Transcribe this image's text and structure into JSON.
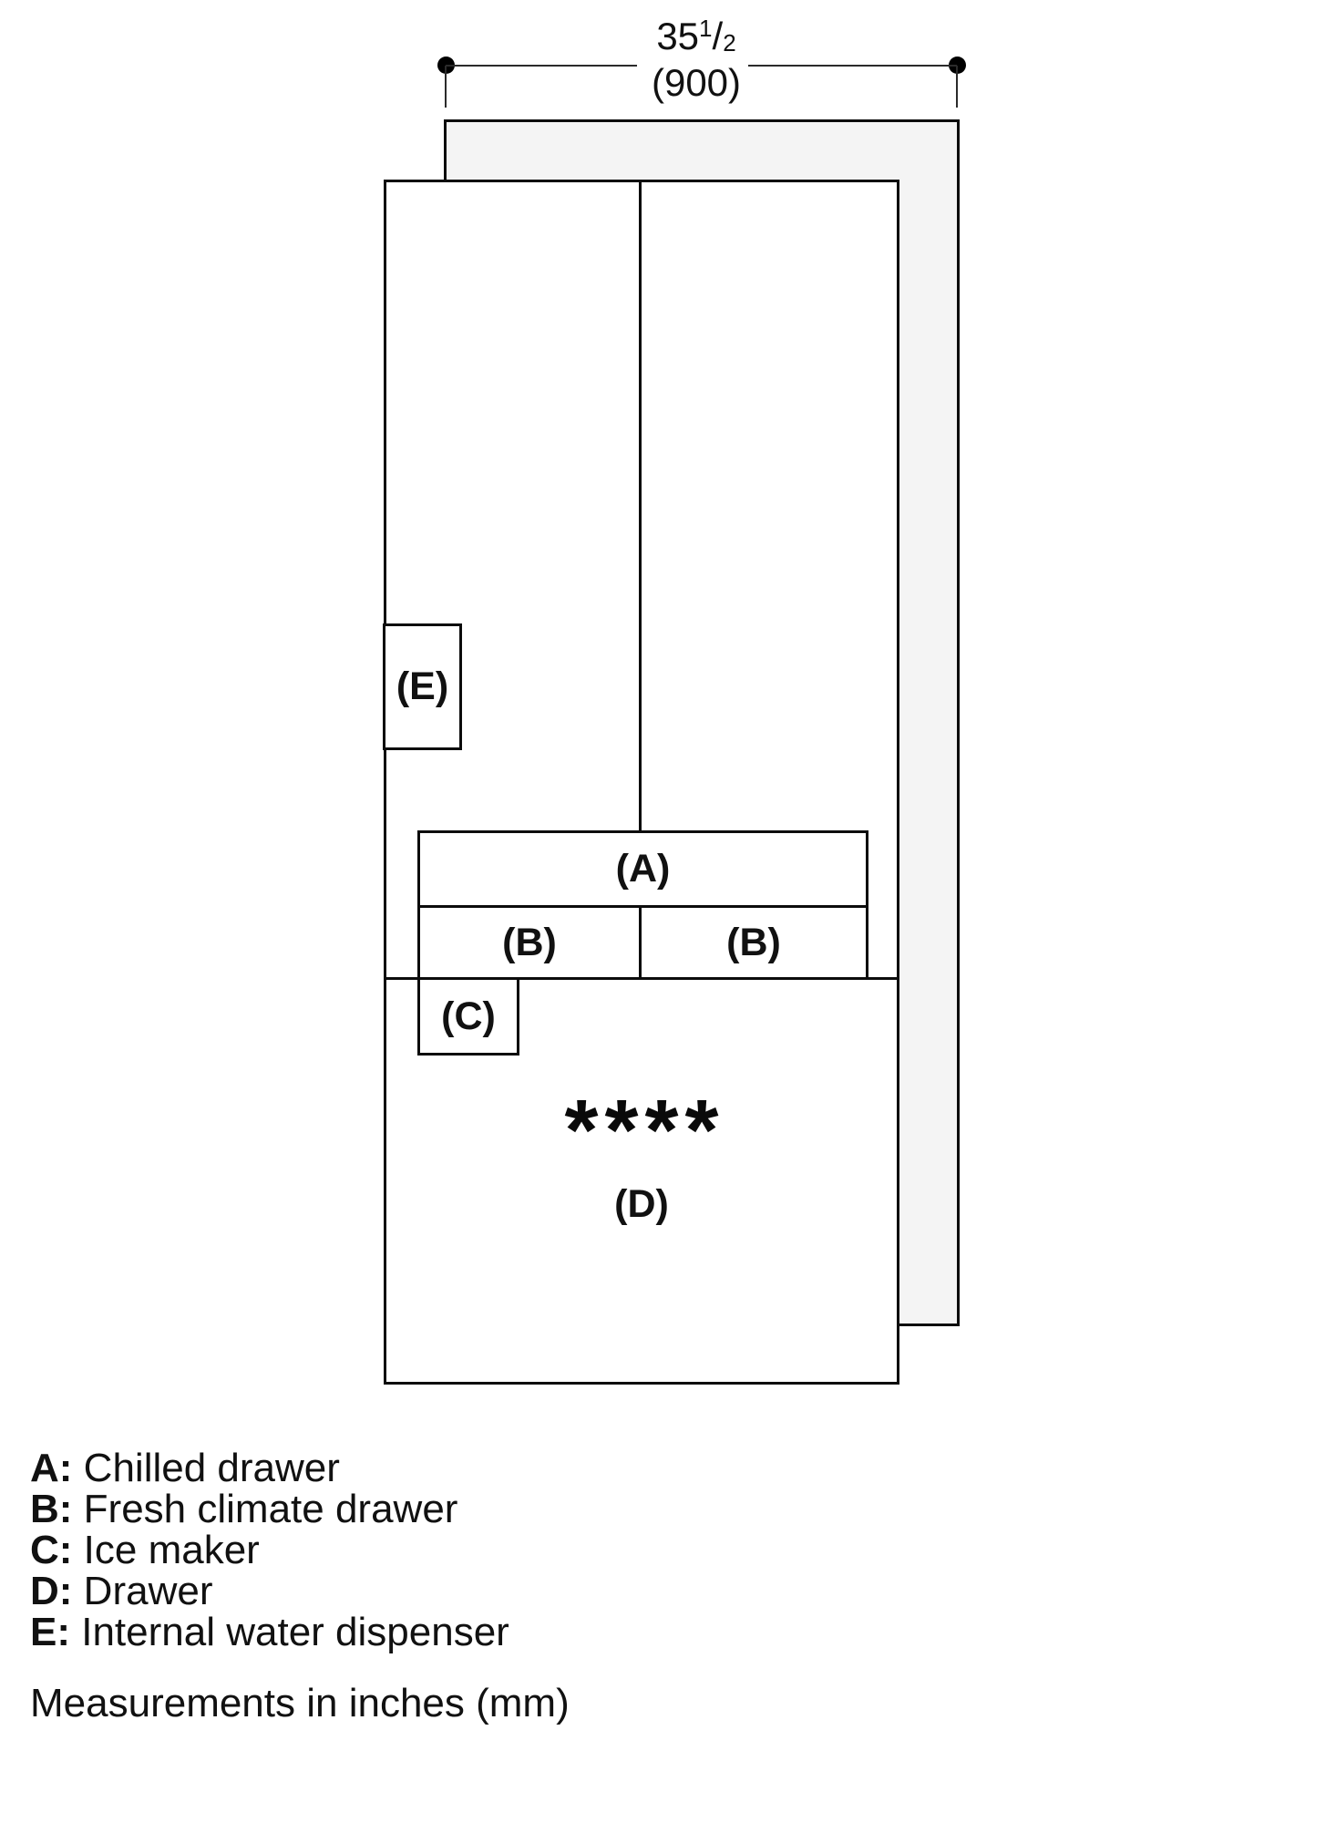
{
  "diagram": {
    "dimension": {
      "inches_whole": "35",
      "frac_numerator": "1",
      "frac_slash": "/",
      "frac_denominator": "2",
      "mm": "(900)"
    },
    "boxes": {
      "a_label": "(A)",
      "b_left_label": "(B)",
      "b_right_label": "(B)",
      "c_label": "(C)",
      "d_label": "(D)",
      "e_label": "(E)"
    },
    "freezer_stars": "****"
  },
  "legend": {
    "items": [
      {
        "key": "A:",
        "text": "Chilled drawer"
      },
      {
        "key": "B:",
        "text": "Fresh climate drawer"
      },
      {
        "key": "C:",
        "text": "Ice maker"
      },
      {
        "key": "D:",
        "text": "Drawer"
      },
      {
        "key": "E:",
        "text": "Internal water dispenser"
      }
    ],
    "note": "Measurements in inches (mm)"
  },
  "colors": {
    "line": "#0c0c0c",
    "panel_fill": "#f4f4f4",
    "dimension_line": "#2b2b2b",
    "background": "#ffffff"
  }
}
